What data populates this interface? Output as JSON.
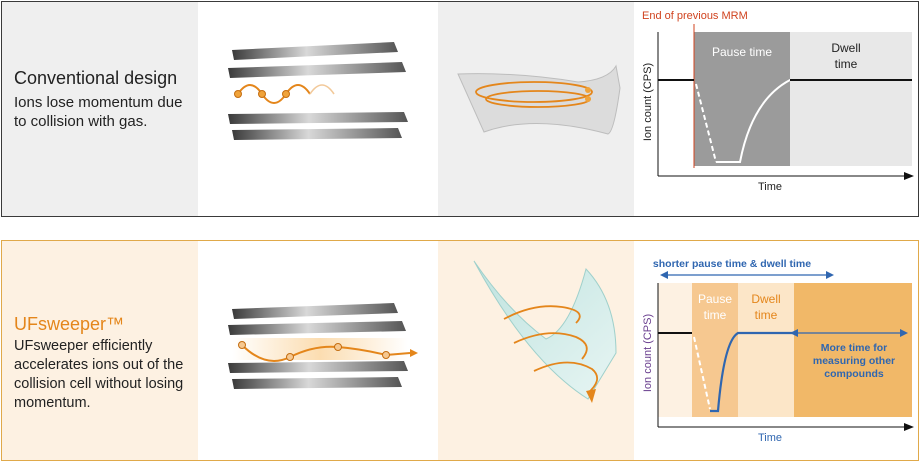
{
  "conventional": {
    "title": "Conventional design",
    "description": "Ions lose momentum due to collision with gas.",
    "chart": {
      "annotation": "End of previous MRM",
      "pause_label": "Pause time",
      "dwell_label_1": "Dwell",
      "dwell_label_2": "time",
      "ylabel": "Ion count (CPS)",
      "xlabel": "Time"
    }
  },
  "ufsweeper": {
    "title": "UFsweeper™",
    "description": "UFsweeper efficiently accelerates ions out of the collision cell without losing momentum.",
    "chart": {
      "header": "shorter pause time & dwell time",
      "pause_label_1": "Pause",
      "pause_label_2": "time",
      "dwell_label_1": "Dwell",
      "dwell_label_2": "time",
      "more_time_1": "More time for",
      "more_time_2": "measuring other",
      "more_time_3": "compounds",
      "ylabel": "Ion count (CPS)",
      "xlabel": "Time"
    }
  },
  "colors": {
    "orange": "#e4861b",
    "blue": "#2f66b0",
    "purple": "#6a3f8f",
    "red": "#d0431f",
    "pause_grey": "#9b9b9b",
    "dwell_grey": "#e8e8e8",
    "pause_peach": "#f6c890",
    "dwell_peach": "#fce6c8",
    "more_orange": "#f1b868"
  }
}
